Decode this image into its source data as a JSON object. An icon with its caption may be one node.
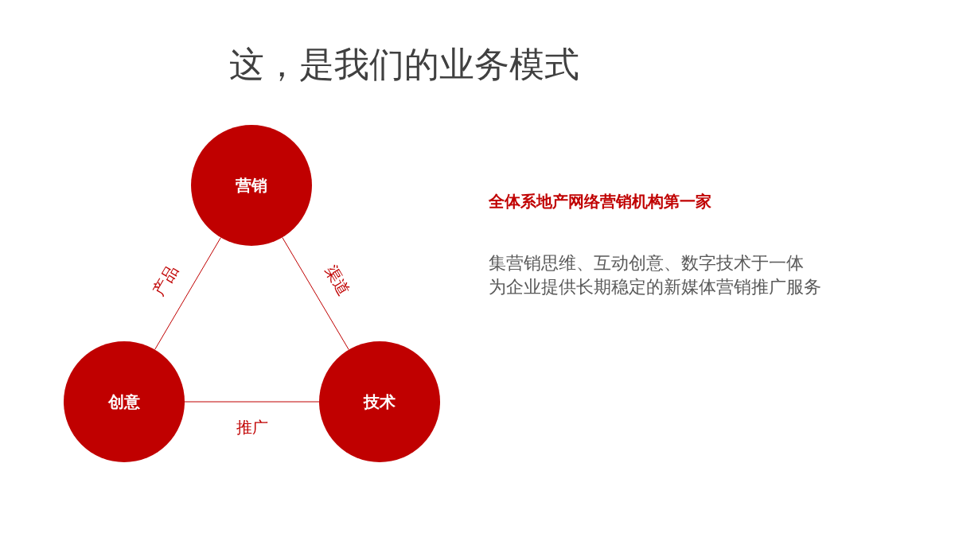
{
  "diagram": {
    "title": "这，是我们的业务模式",
    "nodes": [
      {
        "text": [
          "营销"
        ]
      },
      {
        "text": [
          "创意"
        ]
      },
      {
        "text": [
          "技术"
        ]
      }
    ],
    "edges": [
      {
        "from": 0,
        "to": 1,
        "arrow": "none",
        "label": "产品"
      },
      {
        "from": 0,
        "to": 2,
        "arrow": "none",
        "label": "渠道"
      },
      {
        "from": 1,
        "to": 2,
        "arrow": "none",
        "label": "推广"
      }
    ],
    "labels": [
      "全体系地产网络营销机构第一家",
      "集营销思维、互动创意、数字技术于一体",
      "为企业提供长期稳定的新媒体营销推广服务"
    ]
  }
}
